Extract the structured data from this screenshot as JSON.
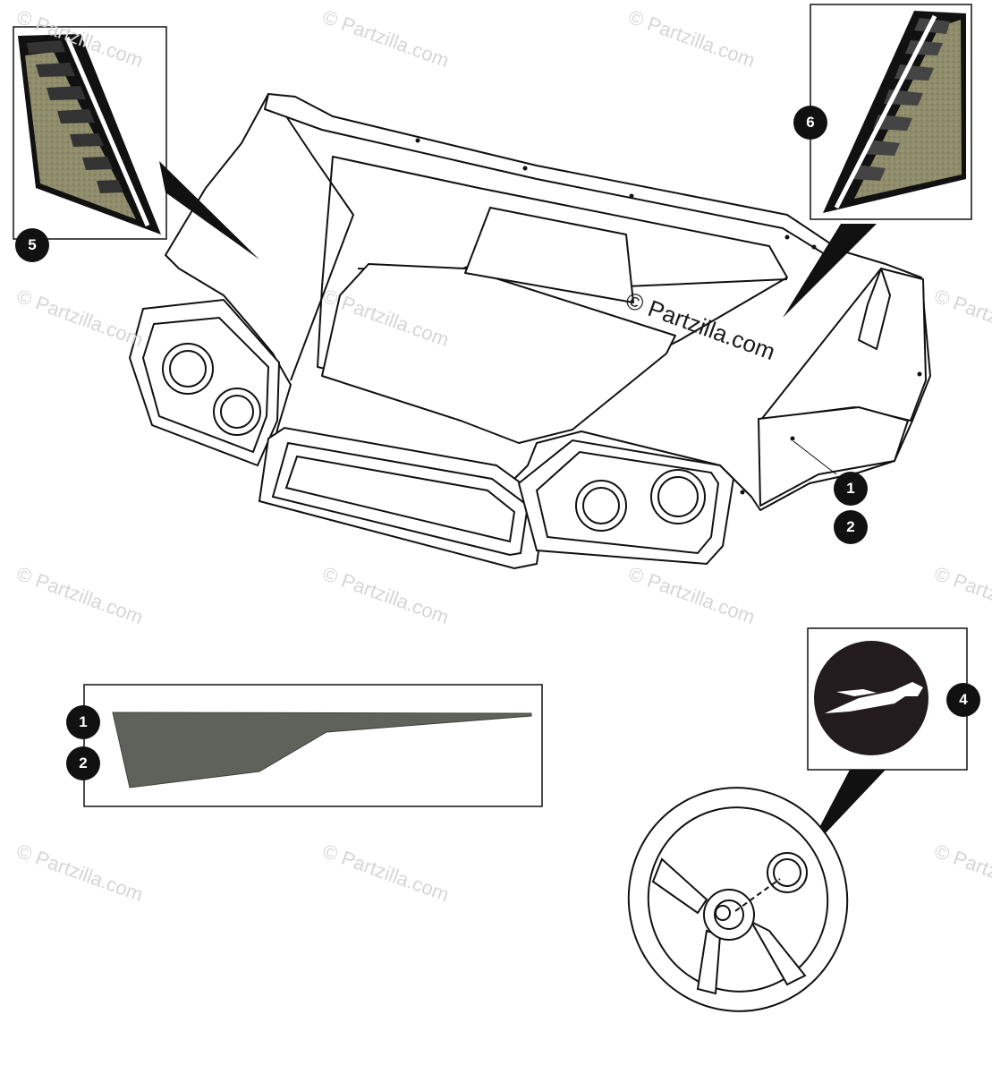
{
  "watermark": {
    "text": "© Partzilla.com"
  },
  "copyright_label": "© Partzilla.com",
  "callouts": {
    "c1_hood": "1",
    "c2_hood": "2",
    "c1_stripe": "1",
    "c2_stripe": "2",
    "c4": "4",
    "c5": "5",
    "c6": "6"
  },
  "colors": {
    "decal_fill": "#8e8c6a",
    "stripe_fill": "#5e625a",
    "emblem_bg": "#231c1e",
    "line": "#111111",
    "watermark": "#d6d6d6"
  }
}
